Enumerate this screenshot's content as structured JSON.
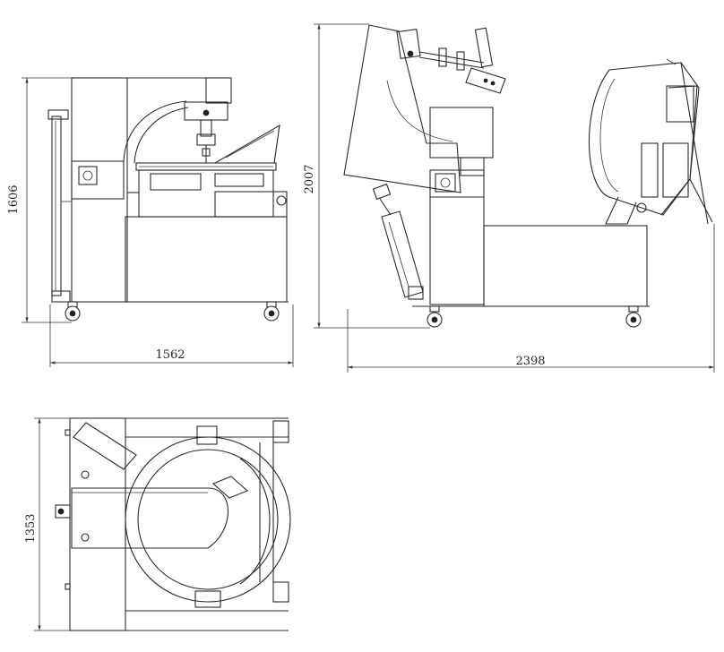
{
  "dimensions": {
    "front_height": "1606",
    "front_width": "1562",
    "side_height": "2007",
    "side_width": "2398",
    "top_depth": "1353"
  }
}
